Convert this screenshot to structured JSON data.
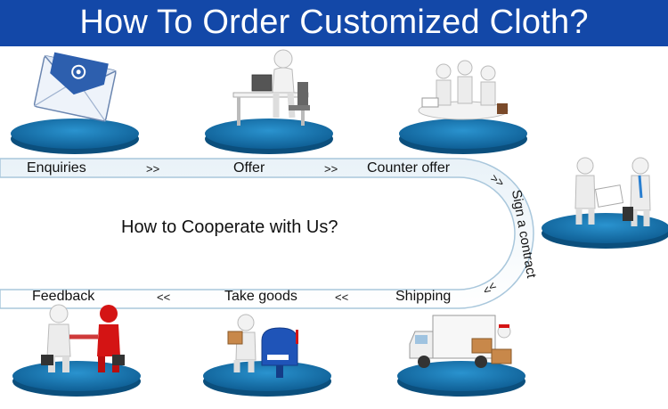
{
  "header": {
    "title": "How To Order Customized Cloth?"
  },
  "process": {
    "center_text": "How to Cooperate with Us?",
    "steps": [
      {
        "label": "Enquiries"
      },
      {
        "label": "Offer"
      },
      {
        "label": "Counter offer"
      },
      {
        "label": "Sign a contract"
      },
      {
        "label": "Shipping"
      },
      {
        "label": "Take goods"
      },
      {
        "label": "Feedback"
      }
    ],
    "forward_arrow": ">>",
    "backward_arrow": "<<"
  },
  "colors": {
    "banner": "#1348a8",
    "disc": "#1a75b0",
    "track": "#a9c7dc",
    "accent_red": "#d41414"
  },
  "icons": [
    "envelope-icon",
    "desk-worker-icon",
    "meeting-icon",
    "handshake-contract-icon",
    "delivery-truck-icon",
    "mailbox-icon",
    "handshake-icon"
  ]
}
